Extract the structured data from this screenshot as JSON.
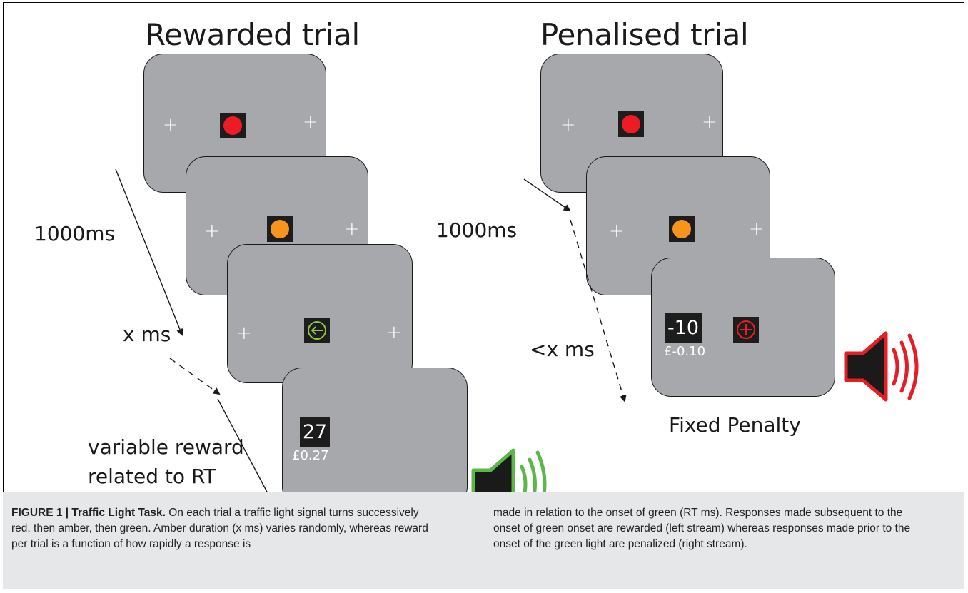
{
  "left_panel": {
    "heading": "Rewarded trial",
    "time_label_1": "1000ms",
    "time_label_2": "x ms",
    "outcome_line_1": "variable reward",
    "outcome_line_2": "related to RT",
    "score": "27",
    "money": "£0.27",
    "speaker_color": "#5ab946"
  },
  "right_panel": {
    "heading": "Penalised trial",
    "time_label_1": "1000ms",
    "time_label_2": "<x ms",
    "outcome": "Fixed Penalty",
    "score": "-10",
    "money": "£-0.10",
    "speaker_color": "#e31e24"
  },
  "colors": {
    "red_light": "#ed1c24",
    "amber_light": "#f7941d",
    "green_light": "#8dc63f",
    "screen": "#a7a8ab",
    "caption_bg": "#e6e7e8"
  },
  "caption": {
    "title": "FIGURE 1 | Traffic Light Task.",
    "left_text": "On each trial a traffic light signal turns successively red, then amber, then green. Amber duration (x ms) varies randomly, whereas reward per trial is a function of how rapidly a response is",
    "right_text": "made in relation to the onset of green (RT ms). Responses made subsequent to the onset of green onset are rewarded (left stream) whereas responses made prior to the onset of the green light are penalized (right stream)."
  }
}
